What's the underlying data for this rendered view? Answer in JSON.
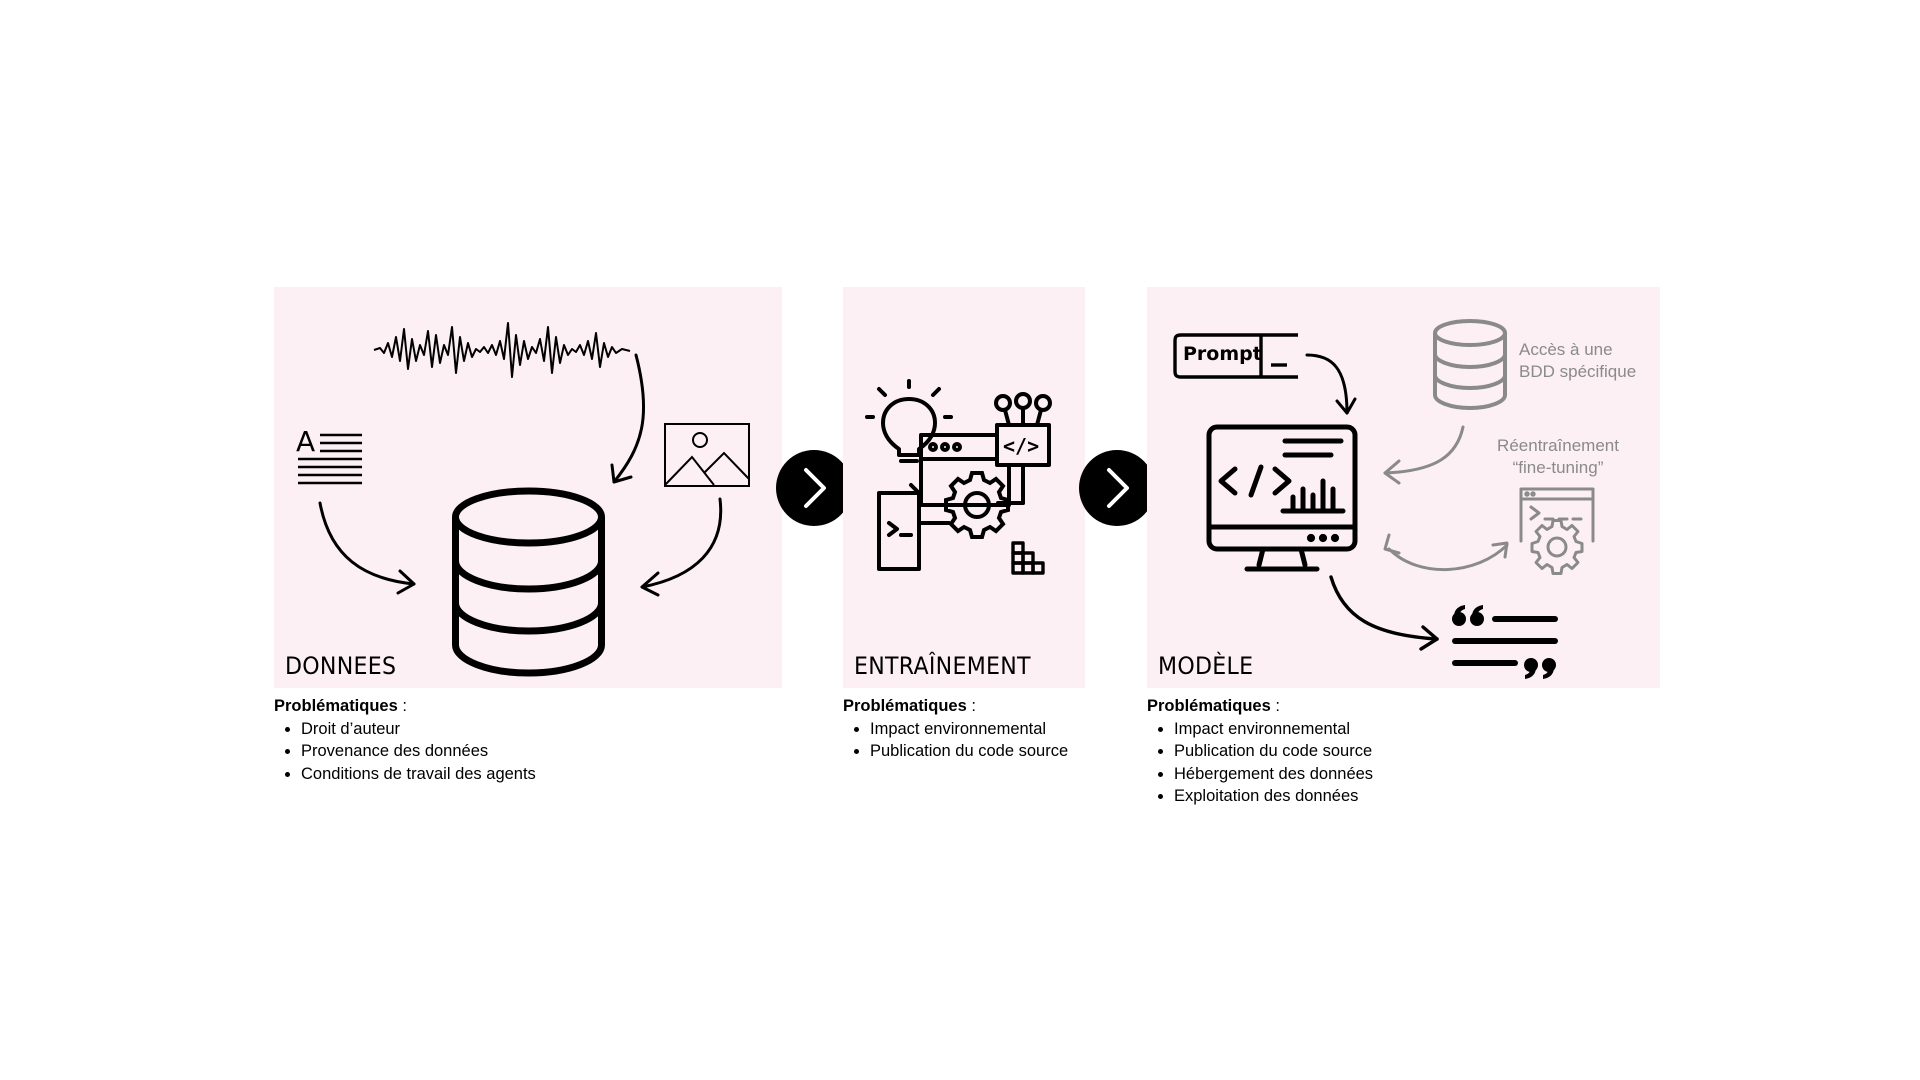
{
  "stages": {
    "data": {
      "title": "DONNEES",
      "issues_header": "Problématiques",
      "issues_suffix": " :",
      "issues": [
        "Droit d’auteur",
        "Provenance des données",
        "Conditions de travail des agents"
      ]
    },
    "training": {
      "title": "ENTRAÎNEMENT",
      "issues_header": "Problématiques",
      "issues_suffix": " :",
      "issues": [
        "Impact environnemental",
        "Publication du code source"
      ]
    },
    "model": {
      "title": "MODÈLE",
      "issues_header": "Problématiques",
      "issues_suffix": " :",
      "issues": [
        "Impact environnemental",
        "Publication du code source",
        "Hébergement des données",
        "Exploitation des données"
      ],
      "prompt_label": "Prompt",
      "db_access_label_1": "Accès à une",
      "db_access_label_2": "BDD spécifique",
      "finetune_label_1": "Réentraînement",
      "finetune_label_2": "“fine-tuning”"
    }
  },
  "icons": [
    "waveform-icon",
    "text-document-icon",
    "image-icon",
    "database-icon",
    "lightbulb-icon",
    "code-window-icon",
    "gear-icon",
    "terminal-icon",
    "blocks-icon",
    "monitor-code-icon",
    "quote-icon",
    "chevron-right-icon"
  ],
  "colors": {
    "panel_bg": "#fcf0f4",
    "gray": "#8a8a8a",
    "ink": "#000000"
  }
}
